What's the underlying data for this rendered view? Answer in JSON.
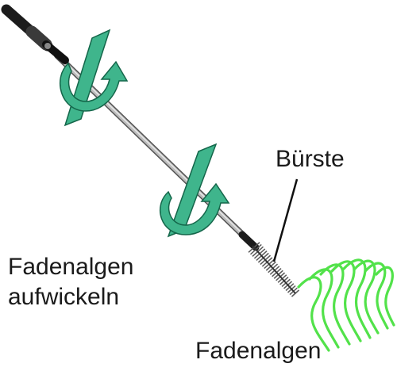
{
  "labels": {
    "brush": "Bürste",
    "wind_up_line1": "Fadenalgen",
    "wind_up_line2": "aufwickeln",
    "algae": "Fadenalgen"
  },
  "colors": {
    "handle": "#1c1c1c",
    "rod": "#a8a8a8",
    "rotation_arrow": "#3fb58c",
    "rotation_arrow_outline": "#14664a",
    "algae": "#52e24a",
    "brush": "#6a6a6a",
    "leader_line": "#111111"
  },
  "icons": {
    "rotation_arrows": "curved-rotation-arrow-icon",
    "tool": "telescopic-brush-pole"
  }
}
